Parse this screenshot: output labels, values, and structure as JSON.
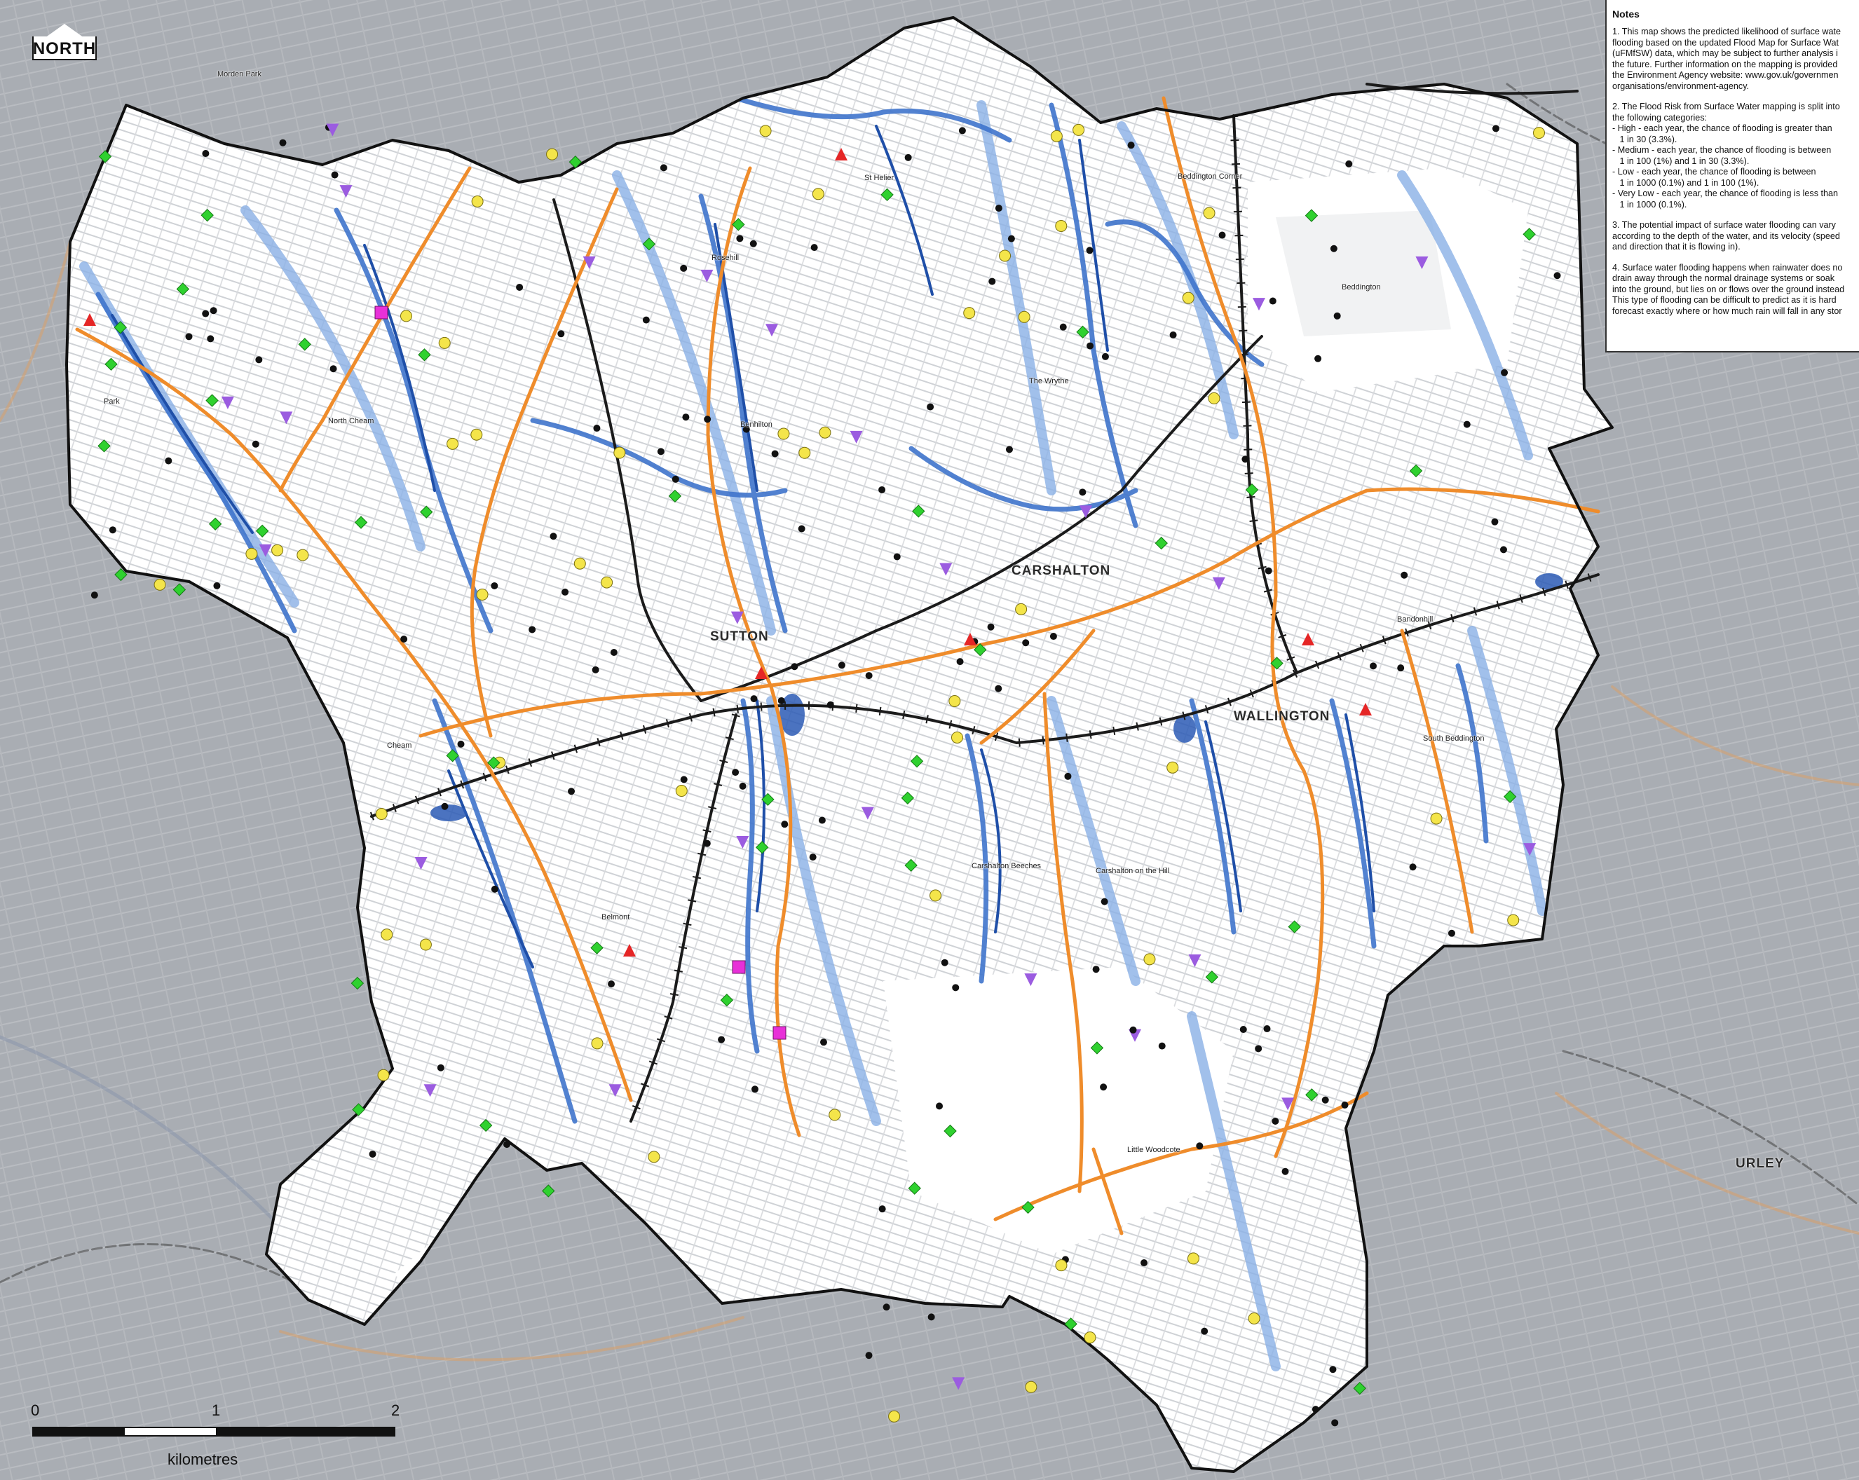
{
  "map": {
    "north_arrow_label": "NORTH",
    "notes": {
      "title": "Notes",
      "paragraphs": [
        "1. This map shows the predicted likelihood of surface wate\nflooding based on the updated Flood Map for Surface Wat\n(uFMfSW) data, which may be subject to further analysis i\nthe future. Further information on the mapping is provided\nthe Environment Agency website: www.gov.uk/governmen\norganisations/environment-agency.",
        "2. The Flood Risk from Surface Water mapping is split into\nthe following categories:\n- High - each year, the chance of flooding is greater than\n   1 in 30 (3.3%).\n- Medium - each year, the chance of flooding is between\n   1 in 100 (1%) and 1 in 30 (3.3%).\n- Low - each year, the chance of flooding is between\n   1 in 1000 (0.1%) and 1 in 100 (1%).\n- Very Low - each year, the chance of flooding is less than\n   1 in 1000 (0.1%).",
        "3. The potential impact of surface water flooding can vary\naccording to the depth of the water, and its velocity (speed\nand direction that it is flowing in).",
        "4. Surface water flooding happens when rainwater does no\ndrain away through the normal drainage systems or soak\ninto the ground, but lies on or flows over the ground instead\nThis type of flooding can be difficult to predict as it is hard\nforecast exactly where or how much rain will fall in any stor"
      ]
    },
    "scale_bar": {
      "ticks": [
        "0",
        "1",
        "2"
      ],
      "unit": "kilometres"
    },
    "towns": [
      "SUTTON",
      "CARSHALTON",
      "WALLINGTON"
    ],
    "places": [
      "North Cheam",
      "Cheam",
      "Rosehill",
      "St Helier",
      "Benhilton",
      "The Wrythe",
      "Beddington Corner",
      "Beddington",
      "Bandonhill",
      "South Beddington",
      "Belmont",
      "Carshalton Beeches",
      "Carshalton on the Hill",
      "Little Woodcote",
      "Morden Park",
      "Park",
      "URLEY"
    ],
    "colors": {
      "background_outside": "#a9adb3",
      "borough_fill": "#ffffff",
      "borough_outline": "#111111",
      "flood_high": "#1f4fa8",
      "flood_medium": "#3f74cc",
      "flood_low": "#8ab0e6",
      "road_major": "#ef8c2b",
      "railway": "#1b1b1b",
      "marker_black": "#111111",
      "marker_yellow": "#f4e54a",
      "marker_green": "#2fd12f",
      "marker_red": "#e52626",
      "marker_purple": "#9b5ce0",
      "marker_magenta": "#e830d8"
    },
    "icons": [
      "north-arrow-icon",
      "scale-bar"
    ]
  }
}
